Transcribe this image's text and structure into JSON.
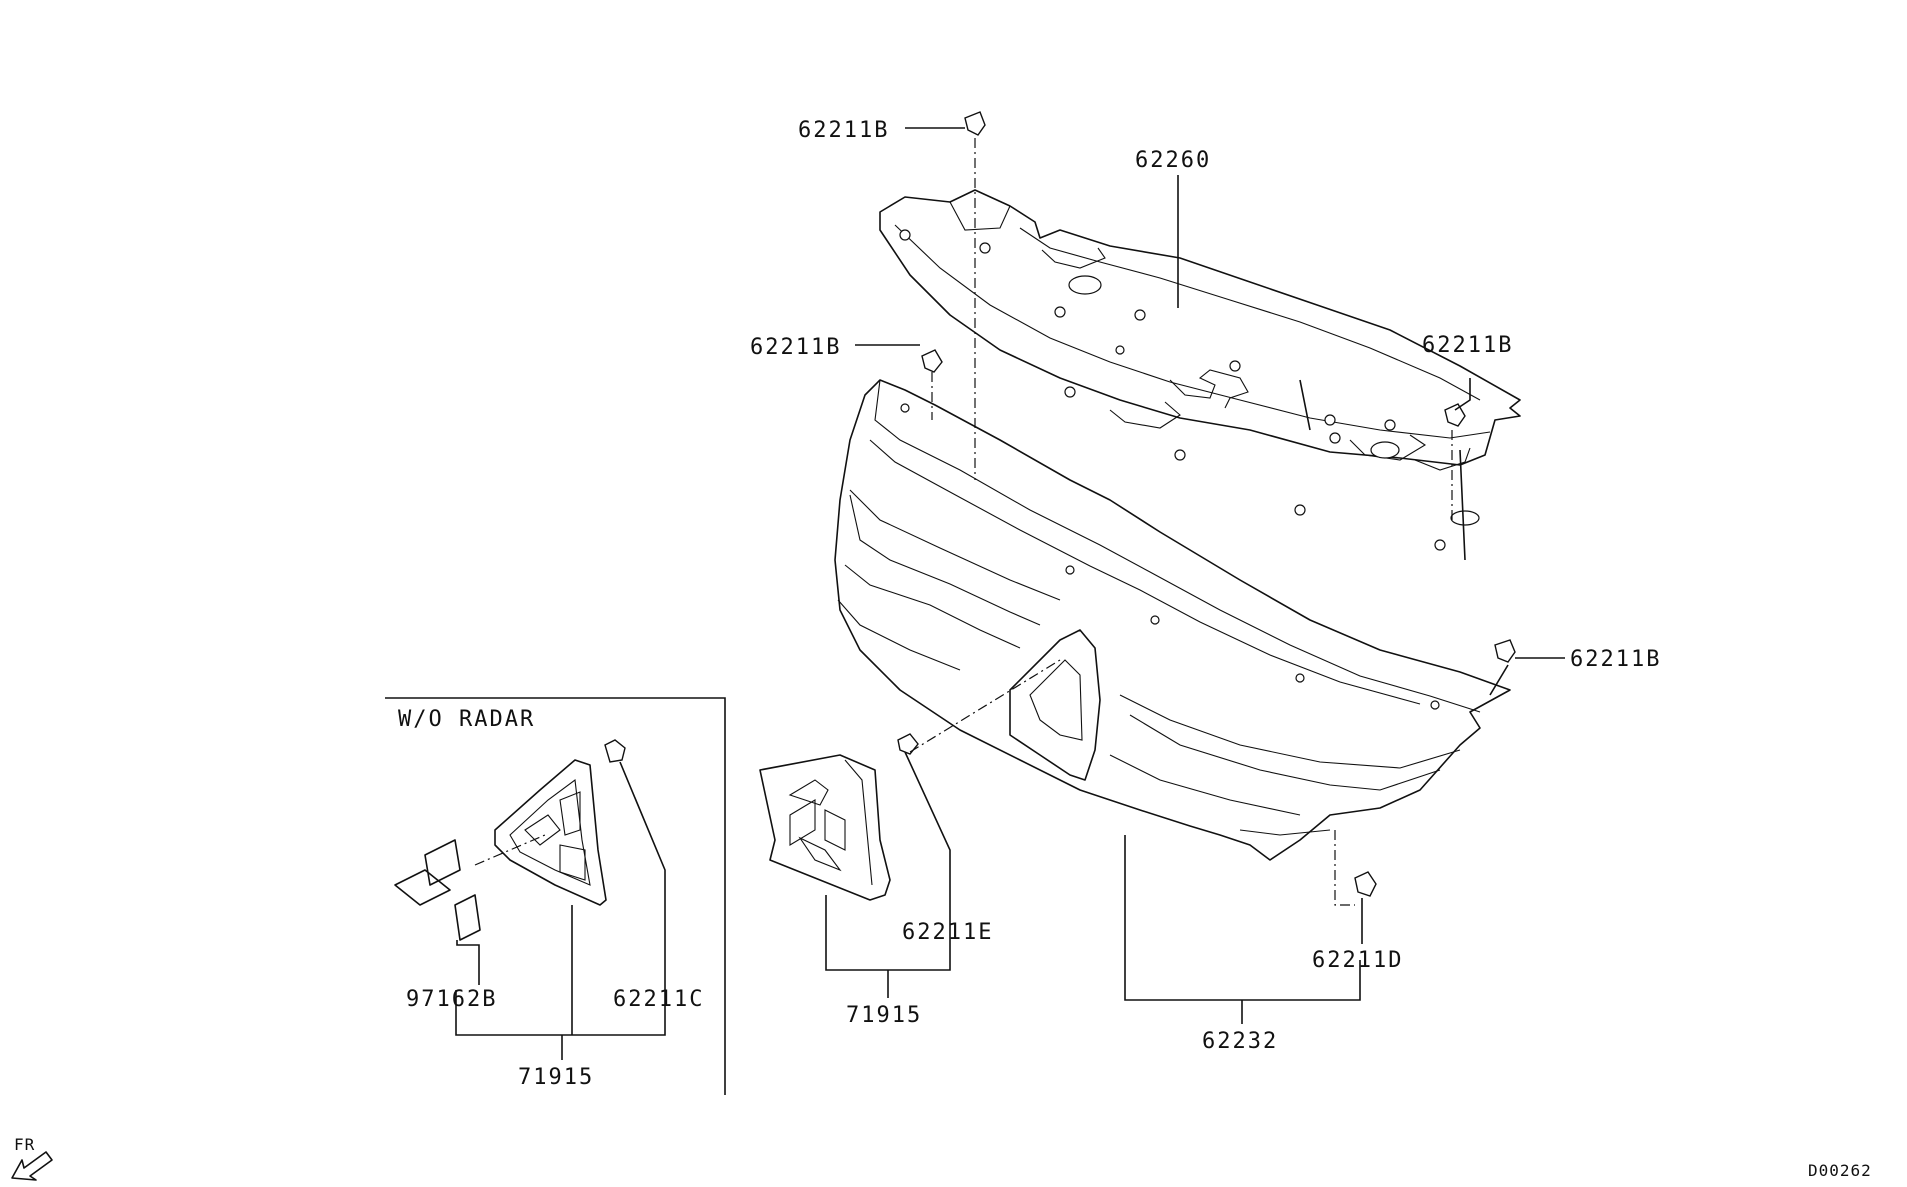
{
  "labels": {
    "p62211b_top": "62211B",
    "p62260": "62260",
    "p62211b_left": "62211B",
    "p62211b_right_top": "62211B",
    "p62211b_right_mid": "62211B",
    "p62211e": "62211E",
    "p71915_mid": "71915",
    "p62211d": "62211D",
    "p62232": "62232",
    "p97162b": "97162B",
    "p62211c": "62211C",
    "p71915_left": "71915"
  },
  "inset": {
    "title": "W/O RADAR"
  },
  "front_marker": {
    "text": "FR"
  },
  "diagram_code": "D00262"
}
